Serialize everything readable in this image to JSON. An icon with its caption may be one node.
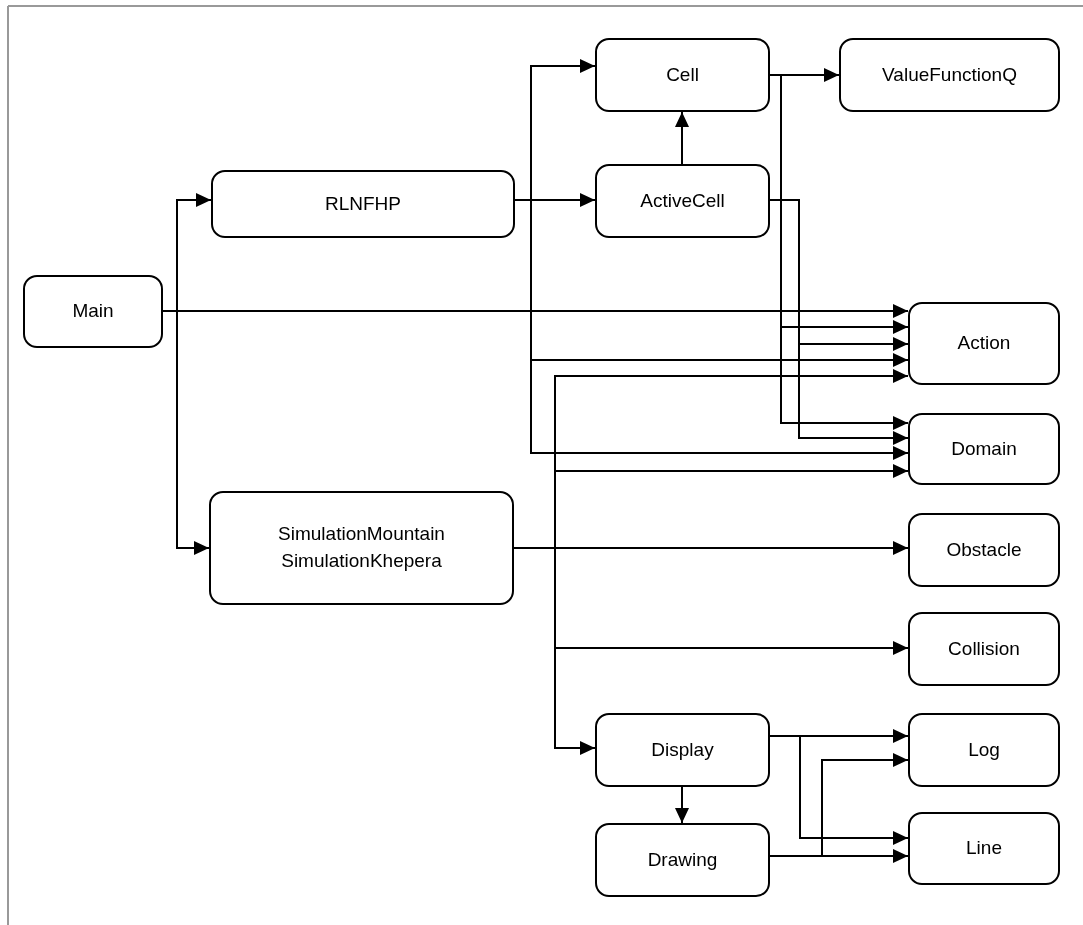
{
  "diagram": {
    "nodes": [
      {
        "text": [
          "Main"
        ]
      },
      {
        "text": [
          "RLNFHP"
        ]
      },
      {
        "text": [
          "SimulationMountain",
          "SimulationKhepera"
        ]
      },
      {
        "text": [
          "Cell"
        ]
      },
      {
        "text": [
          "ValueFunctionQ"
        ]
      },
      {
        "text": [
          "ActiveCell"
        ]
      },
      {
        "text": [
          "Action"
        ]
      },
      {
        "text": [
          "Domain"
        ]
      },
      {
        "text": [
          "Obstacle"
        ]
      },
      {
        "text": [
          "Collision"
        ]
      },
      {
        "text": [
          "Display"
        ]
      },
      {
        "text": [
          "Drawing"
        ]
      },
      {
        "text": [
          "Log"
        ]
      },
      {
        "text": [
          "Line"
        ]
      }
    ],
    "edges": [
      {
        "from": 0,
        "to": 1,
        "arrow": "to"
      },
      {
        "from": 0,
        "to": 2,
        "arrow": "to"
      },
      {
        "from": 0,
        "to": 6,
        "arrow": "to"
      },
      {
        "from": 1,
        "to": 5,
        "arrow": "to"
      },
      {
        "from": 1,
        "to": 3,
        "arrow": "to"
      },
      {
        "from": 1,
        "to": 6,
        "arrow": "to"
      },
      {
        "from": 1,
        "to": 7,
        "arrow": "to"
      },
      {
        "from": 5,
        "to": 3,
        "arrow": "to"
      },
      {
        "from": 3,
        "to": 4,
        "arrow": "to"
      },
      {
        "from": 3,
        "to": 6,
        "arrow": "to"
      },
      {
        "from": 3,
        "to": 7,
        "arrow": "to"
      },
      {
        "from": 5,
        "to": 6,
        "arrow": "to"
      },
      {
        "from": 5,
        "to": 7,
        "arrow": "to"
      },
      {
        "from": 2,
        "to": 8,
        "arrow": "to"
      },
      {
        "from": 2,
        "to": 6,
        "arrow": "to"
      },
      {
        "from": 2,
        "to": 7,
        "arrow": "to"
      },
      {
        "from": 2,
        "to": 9,
        "arrow": "to"
      },
      {
        "from": 2,
        "to": 10,
        "arrow": "to"
      },
      {
        "from": 10,
        "to": 11,
        "arrow": "to"
      },
      {
        "from": 10,
        "to": 12,
        "arrow": "to"
      },
      {
        "from": 10,
        "to": 13,
        "arrow": "to"
      },
      {
        "from": 11,
        "to": 12,
        "arrow": "to"
      },
      {
        "from": 11,
        "to": 13,
        "arrow": "to"
      }
    ]
  }
}
